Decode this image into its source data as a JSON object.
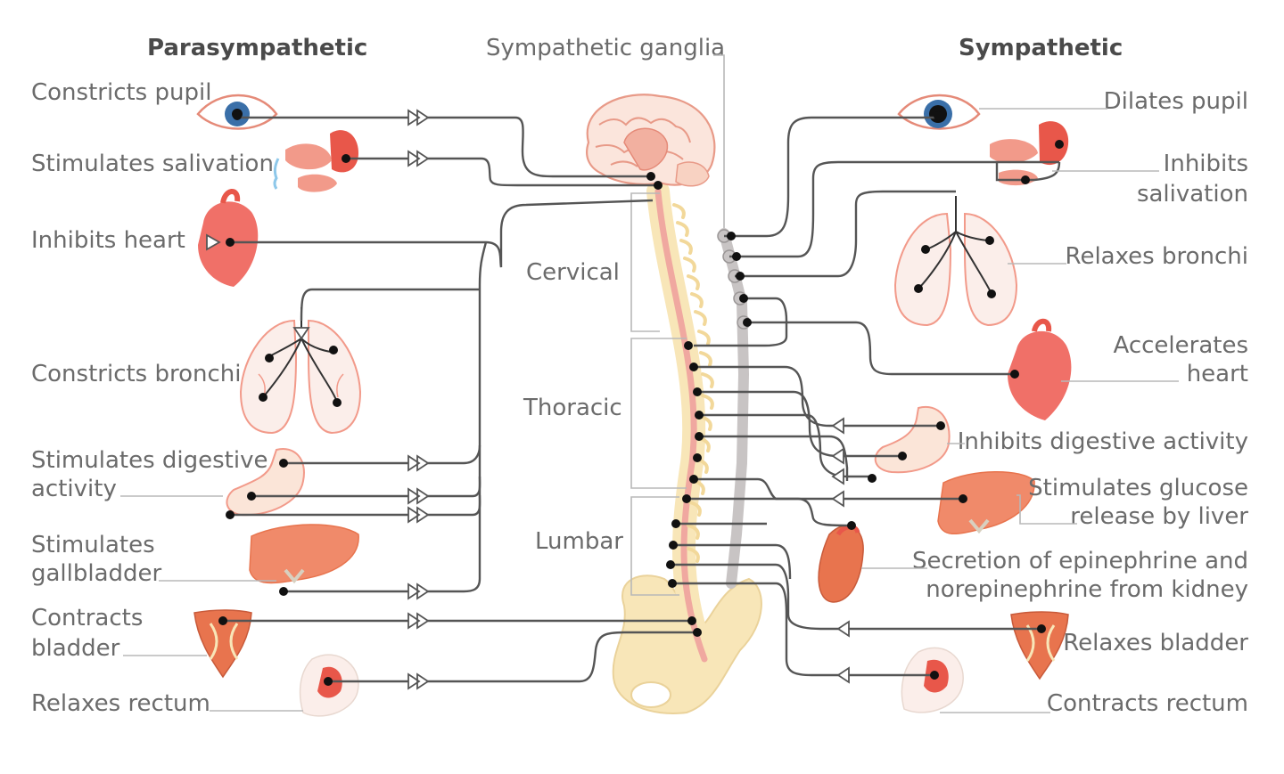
{
  "headers": {
    "parasympathetic": "Parasympathetic",
    "sympathetic": "Sympathetic",
    "ganglia": "Sympathetic ganglia"
  },
  "spine_regions": {
    "cervical": "Cervical",
    "thoracic": "Thoracic",
    "lumbar": "Lumbar"
  },
  "parasympathetic": {
    "pupil": "Constricts pupil",
    "salivation": "Stimulates salivation",
    "heart": "Inhibits heart",
    "bronchi": "Constricts bronchi",
    "digestive_1": "Stimulates digestive",
    "digestive_2": "activity",
    "gallbladder_1": "Stimulates",
    "gallbladder_2": "gallbladder",
    "bladder_1": "Contracts",
    "bladder_2": "bladder",
    "rectum": "Relaxes rectum"
  },
  "sympathetic": {
    "pupil": "Dilates pupil",
    "salivation_1": "Inhibits",
    "salivation_2": "salivation",
    "bronchi": "Relaxes bronchi",
    "heart_1": "Accelerates",
    "heart_2": "heart",
    "digestive": "Inhibits digestive activity",
    "liver_1": "Stimulates glucose",
    "liver_2": "release by liver",
    "kidney_1": "Secretion of epinephrine and",
    "kidney_2": "norepinephrine from kidney",
    "bladder": "Relaxes bladder",
    "rectum": "Contracts rectum"
  },
  "colors": {
    "organ_pink": "#f29a8a",
    "organ_red": "#e8574a",
    "spinal_cord": "#f0a8a0",
    "vertebrae": "#f8e6b8",
    "ganglia_chain": "#c8c4c4",
    "nerve": "#555555"
  },
  "icons": [
    "eye-icon",
    "salivary-gland-icon",
    "heart-icon",
    "lungs-icon",
    "stomach-icon",
    "liver-icon",
    "bladder-icon",
    "rectum-icon",
    "kidney-icon",
    "brain-icon",
    "spine-icon",
    "pelvis-icon"
  ]
}
